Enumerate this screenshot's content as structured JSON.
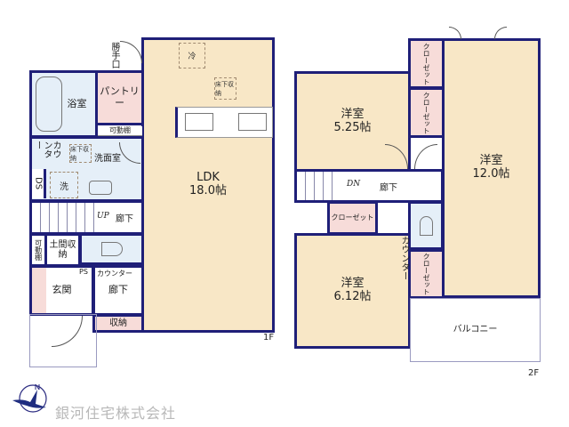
{
  "floor1": {
    "label": "1F",
    "ldk": {
      "name": "LDK",
      "size": "18.0帖"
    },
    "fridge": "冷",
    "underfloor_ldk": "床下収納",
    "back_door": "勝手口",
    "bathroom": "浴室",
    "pantry": "パントリー",
    "adjustable_shelf_1": "可動棚",
    "counter_1": "カウンター",
    "underfloor_wash": "床下収納",
    "washroom": "洗面室",
    "ds": "DS",
    "washer": "洗",
    "up": "UP",
    "hallway_1": "廊下",
    "adjustable_shelf_2": "可動棚",
    "doma_storage": "土間収納",
    "ps": "PS",
    "counter_2": "カウンター",
    "entrance": "玄関",
    "hallway_2": "廊下",
    "storage": "収納"
  },
  "floor2": {
    "label": "2F",
    "room_a": {
      "name": "洋室",
      "size": "5.25帖"
    },
    "room_b": {
      "name": "洋室",
      "size": "12.0帖"
    },
    "room_c": {
      "name": "洋室",
      "size": "6.12帖"
    },
    "closet": "クローゼット",
    "dn": "DN",
    "hallway": "廊下",
    "counter": "カウンター",
    "balcony": "バルコニー"
  },
  "company": "銀河住宅株式会社",
  "colors": {
    "wall": "#1f1f78",
    "room": "#f8e7c6",
    "wet": "#e5eff8",
    "storage": "#f7dcd9"
  }
}
